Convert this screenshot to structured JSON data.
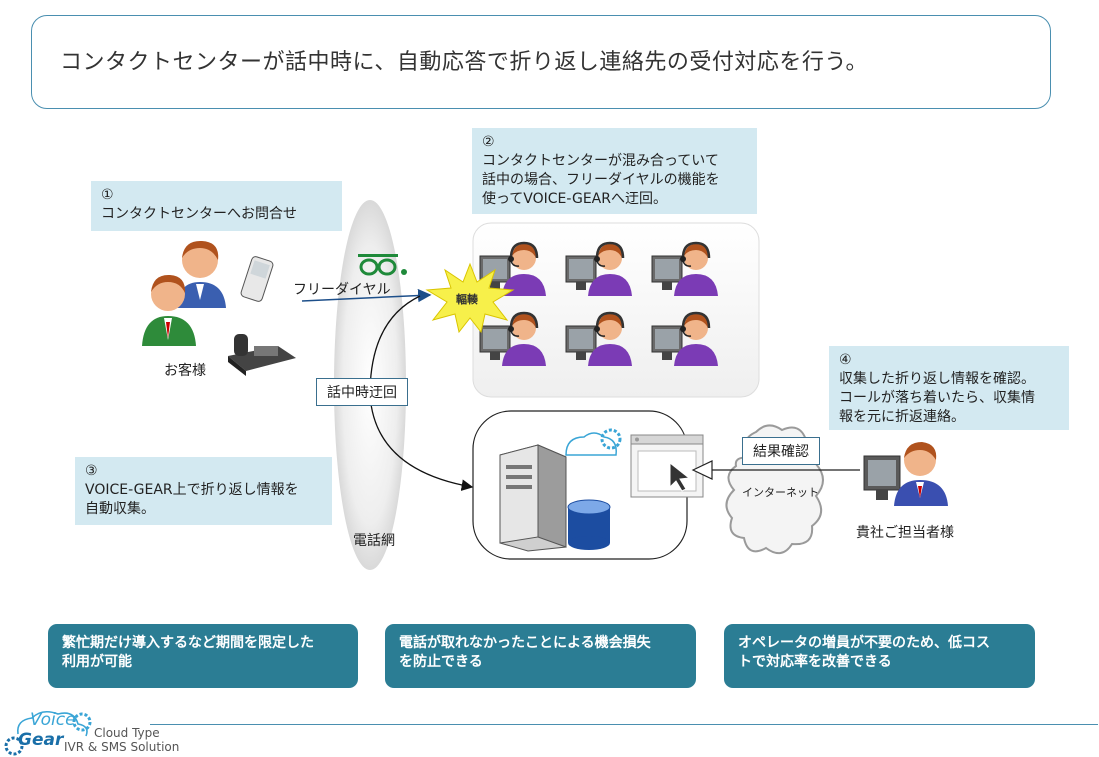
{
  "title": "コンタクトセンターが話中時に、自動応答で折り返し連絡先の受付対応を行う。",
  "notes": {
    "step1": [
      "①",
      "コンタクトセンターへお問合せ"
    ],
    "step2": [
      "②",
      "コンタクトセンターが混み合っていて",
      "話中の場合、フリーダイヤルの機能を",
      "使ってVOICE-GEARへ迂回。"
    ],
    "step3": [
      "③",
      "VOICE-GEAR上で折り返し情報を",
      "自動収集。"
    ],
    "step4": [
      "④",
      "収集した折り返し情報を確認。",
      "コールが落ち着いたら、収集情",
      "報を元に折返連絡。"
    ]
  },
  "labels": {
    "customer": "お客様",
    "freedial": "フリーダイヤル",
    "congestion": "輻輳",
    "busy_detour": "話中時迂回",
    "phone_network": "電話網",
    "check_results": "結果確認",
    "internet": "インターネット",
    "staff": "貴社ご担当者様"
  },
  "benefits": [
    [
      "繁忙期だけ導入するなど期間を限定した",
      "利用が可能"
    ],
    [
      "電話が取れなかったことによる機会損失",
      "を防止できる"
    ],
    [
      "オペレータの増員が不要のため、低コス",
      "トで対応率を改善できる"
    ]
  ],
  "logo": {
    "voice": "Voice",
    "gear": "Gear",
    "tagline1": "Cloud Type",
    "tagline2": "IVR & SMS Solution"
  },
  "colors": {
    "accent": "#2b7d94",
    "note_bg": "#d3e9f1",
    "operator_purple": "#7b3bb5",
    "freedial_green": "#1f8a3a",
    "burst_yellow": "#f7f04a"
  }
}
